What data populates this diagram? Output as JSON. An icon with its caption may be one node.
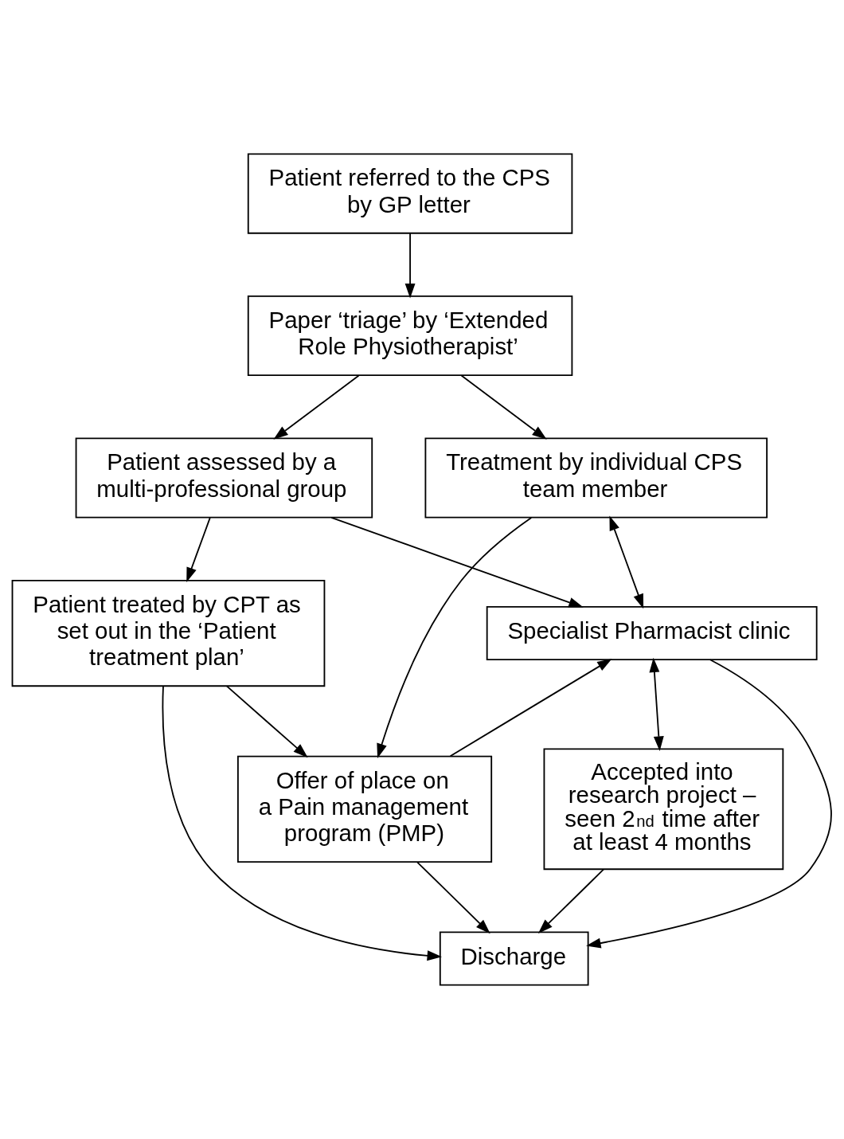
{
  "diagram": {
    "nodes": [
      {
        "text": [
          "Patient referred to the CPS by GP letter"
        ]
      },
      {
        "text": [
          "Paper ‘triage’ by ‘Extended Role Physiotherapist’"
        ]
      },
      {
        "text": [
          "Patient assessed by a multi-professional group"
        ]
      },
      {
        "text": [
          "Treatment by individual CPS team member"
        ]
      },
      {
        "text": [
          "Patient treated by CPT as set out in the ‘Patient treatment plan’"
        ]
      },
      {
        "text": [
          "Specialist Pharmacist clinic"
        ]
      },
      {
        "text": [
          "Offer of place on a Pain management program (PMP)"
        ]
      },
      {
        "text": [
          "Accepted into research project – seen 2$^{nd}$ time after at least 4 months"
        ]
      },
      {
        "text": [
          "Discharge"
        ]
      }
    ],
    "edges": [
      {
        "from": 0,
        "to": 1,
        "arrow": "to"
      },
      {
        "from": 1,
        "to": 2,
        "arrow": "to"
      },
      {
        "from": 1,
        "to": 3,
        "arrow": "to"
      },
      {
        "from": 2,
        "to": 5,
        "arrow": "to"
      },
      {
        "from": 2,
        "to": 4,
        "arrow": "to"
      },
      {
        "from": 3,
        "to": 6,
        "arrow": "to"
      },
      {
        "from": 3,
        "to": 5,
        "arrow": "both"
      },
      {
        "from": 4,
        "to": 8,
        "arrow": "to"
      },
      {
        "from": 4,
        "to": 6,
        "arrow": "to"
      },
      {
        "from": 6,
        "to": 5,
        "arrow": "to"
      },
      {
        "from": 5,
        "to": 8,
        "arrow": "to"
      },
      {
        "from": 5,
        "to": 7,
        "arrow": "both"
      },
      {
        "from": 6,
        "to": 8,
        "arrow": "to"
      },
      {
        "from": 7,
        "to": 8,
        "arrow": "to"
      }
    ]
  }
}
